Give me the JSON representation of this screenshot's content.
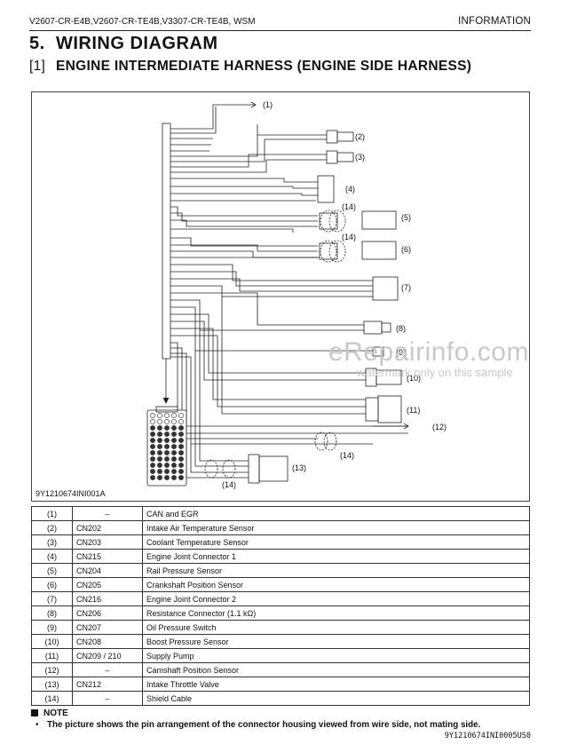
{
  "header": {
    "models": "V2607-CR-E4B,V2607-CR-TE4B,V3307-CR-TE4B, WSM",
    "section_label": "INFORMATION"
  },
  "title": {
    "number": "5.",
    "text": "WIRING DIAGRAM"
  },
  "subtitle": {
    "number": "[1]",
    "text": "ENGINE INTERMEDIATE HARNESS (ENGINE SIDE HARNESS)"
  },
  "figure": {
    "id": "9Y1210674INI001A",
    "callouts": {
      "c1": "(1)",
      "c2": "(2)",
      "c3": "(3)",
      "c4": "(4)",
      "c14a": "(14)",
      "c5": "(5)",
      "c14b": "(14)",
      "c6": "(6)",
      "c7": "(7)",
      "c8": "(8)",
      "c9": "(9)",
      "c10": "(10)",
      "c11": "(11)",
      "c12": "(12)",
      "c14c": "(14)",
      "c13": "(13)",
      "c14d": "(14)"
    }
  },
  "watermark": {
    "line1": "eRepairinfo.com",
    "line2": "watermark only on this sample"
  },
  "parts": [
    {
      "num": "(1)",
      "code": "–",
      "name": "CAN and EGR"
    },
    {
      "num": "(2)",
      "code": "CN202",
      "name": "Intake Air Temperature Sensor"
    },
    {
      "num": "(3)",
      "code": "CN203",
      "name": "Coolant Temperature Sensor"
    },
    {
      "num": "(4)",
      "code": "CN215",
      "name": "Engine Joint Connector 1"
    },
    {
      "num": "(5)",
      "code": "CN204",
      "name": "Rail Pressure Sensor"
    },
    {
      "num": "(6)",
      "code": "CN205",
      "name": "Crankshaft Position Sensor"
    },
    {
      "num": "(7)",
      "code": "CN216",
      "name": "Engine Joint Connector 2"
    },
    {
      "num": "(8)",
      "code": "CN206",
      "name": "Resistance Connector (1.1 kΩ)"
    },
    {
      "num": "(9)",
      "code": "CN207",
      "name": "Oil Pressure Switch"
    },
    {
      "num": "(10)",
      "code": "CN208",
      "name": "Boost Pressure Sensor"
    },
    {
      "num": "(11)",
      "code": "CN209 / 210",
      "name": "Supply Pump"
    },
    {
      "num": "(12)",
      "code": "–",
      "name": "Camshaft Position Sensor"
    },
    {
      "num": "(13)",
      "code": "CN212",
      "name": "Intake Throttle Valve"
    },
    {
      "num": "(14)",
      "code": "–",
      "name": "Shield Cable"
    }
  ],
  "note": {
    "heading": "NOTE",
    "body": "The picture shows the pin arrangement of the connector housing viewed from wire side, not mating side."
  },
  "doc_code": "9Y1210674INI0005US0"
}
